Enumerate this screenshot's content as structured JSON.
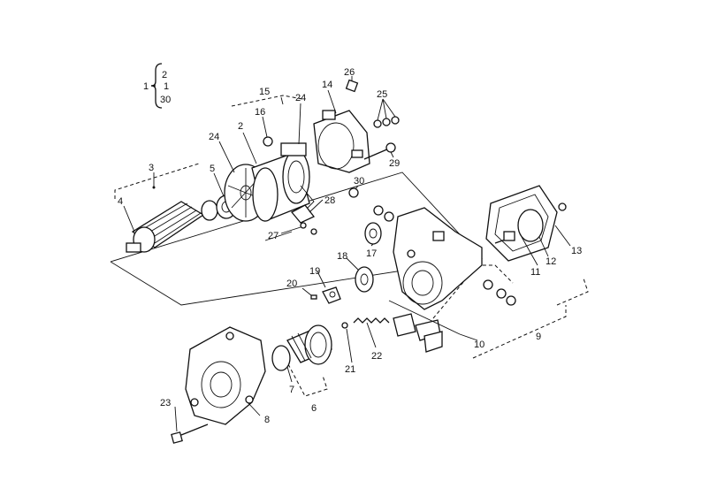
{
  "callouts": {
    "p1": "1",
    "p2": "2",
    "p3": "3",
    "p4": "4",
    "p5": "5",
    "p6": "6",
    "p7": "7",
    "p8": "8",
    "p9": "9",
    "p10": "10",
    "p11": "11",
    "p12": "12",
    "p13": "13",
    "p14": "14",
    "p15": "15",
    "p16": "16",
    "p17": "17",
    "p18": "18",
    "p19": "19",
    "p20": "20",
    "p21": "21",
    "p22": "22",
    "p23": "23",
    "p24a": "24",
    "p24b": "24",
    "p25": "25",
    "p26": "26",
    "p27": "27",
    "p28": "28",
    "p29": "29",
    "p30": "30"
  },
  "legend": {
    "item_a": "2",
    "item_b": "1",
    "item_c": "30"
  },
  "colors": {
    "line": "#111111",
    "background": "#ffffff"
  }
}
